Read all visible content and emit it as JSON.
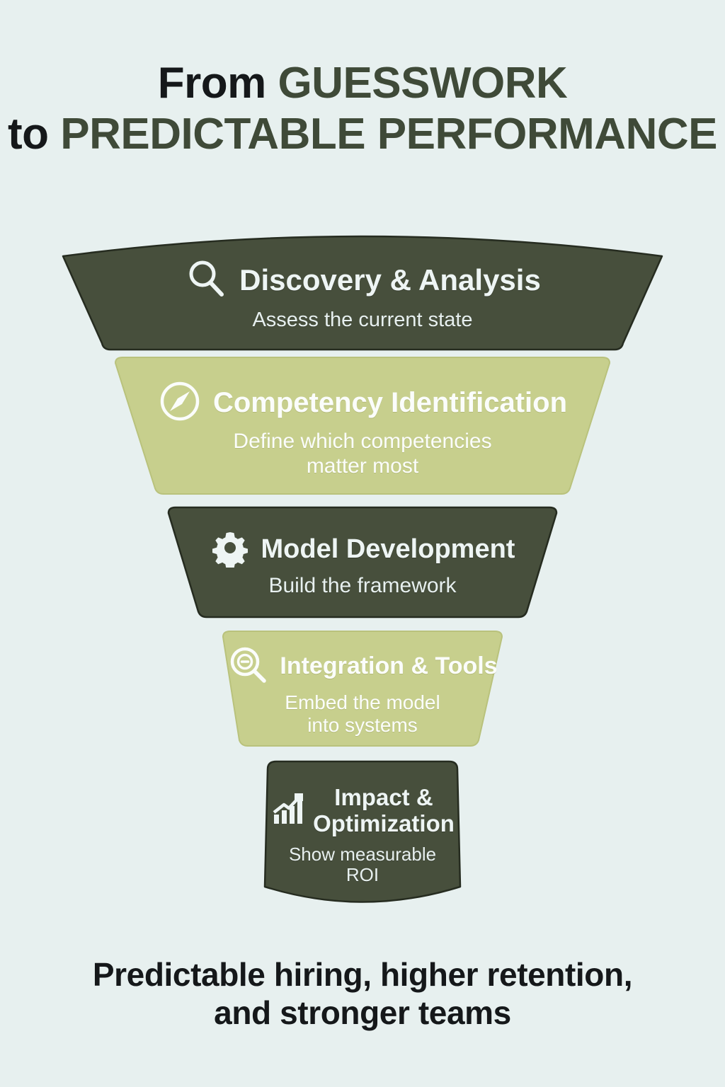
{
  "palette": {
    "background": "#e7f0ef",
    "dark_green": "#474f3c",
    "khaki": "#c7cf8d",
    "title_dark": "#15181a",
    "title_green": "#3f4a38",
    "light_text": "#eef5f4"
  },
  "title": {
    "line1_plain": "From ",
    "line1_accent": "GUESSWORK",
    "line2_plain": "to ",
    "line2_accent": "PREDICTABLE PERFORMANCE"
  },
  "funnel": {
    "stages": [
      {
        "id": "discovery-analysis",
        "title": "Discovery & Analysis",
        "subtitle": "Assess the current state",
        "icon": "search-icon",
        "fill": "#474f3c",
        "text_color": "#eef5f4"
      },
      {
        "id": "competency-identification",
        "title": "Competency Identification",
        "subtitle": "Define which competencies matter most",
        "subtitle_line1": "Define which competencies",
        "subtitle_line2": "matter most",
        "icon": "compass-icon",
        "fill": "#c7cf8d",
        "text_color": "#fbfdfb"
      },
      {
        "id": "model-development",
        "title": "Model Development",
        "subtitle": "Build the framework",
        "icon": "gear-icon",
        "fill": "#474f3c",
        "text_color": "#eef5f4"
      },
      {
        "id": "integration-tools",
        "title": "Integration & Tools",
        "subtitle": "Embed the model into systems",
        "subtitle_line1": "Embed the model",
        "subtitle_line2": "into systems",
        "icon": "zoom-out-magnifier-icon",
        "fill": "#c7cf8d",
        "text_color": "#fbfdfb"
      },
      {
        "id": "impact-optimization",
        "title": "Impact & Optimization",
        "title_line1": "Impact &",
        "title_line2": "Optimization",
        "subtitle": "Show measurable ROI",
        "subtitle_line1": "Show measurable",
        "subtitle_line2": "ROI",
        "icon": "bar-chart-growth-icon",
        "fill": "#474f3c",
        "text_color": "#eef5f4"
      }
    ]
  },
  "footer": {
    "line1": "Predictable hiring, higher retention,",
    "line2": "and stronger teams"
  }
}
